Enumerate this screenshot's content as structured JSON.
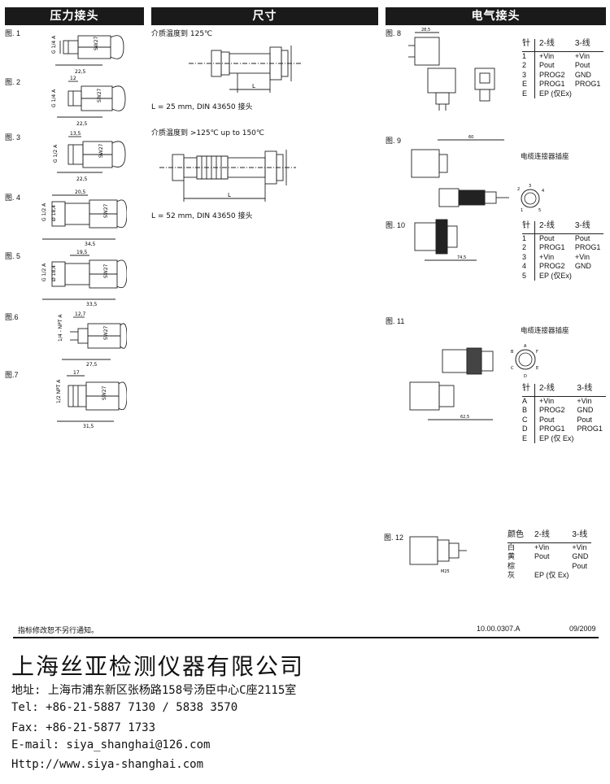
{
  "headers": {
    "pressure_connection": "压力接头",
    "dimensions": "尺寸",
    "electrical_connection": "电气接头"
  },
  "figures": {
    "fig1": "图. 1",
    "fig2": "图. 2",
    "fig3": "图. 3",
    "fig4": "图. 4",
    "fig5": "图. 5",
    "fig6": "图.6",
    "fig7": "图.7",
    "fig8": "图. 8",
    "fig9": "图. 9",
    "fig10": "图. 10",
    "fig11": "图. 11",
    "fig12": "图. 12"
  },
  "drawing_labels": {
    "fig1_thread": "G 1/4 A",
    "fig1_dim": "22,5",
    "fig2_thread": "G 1/4 A",
    "fig2_top": "12",
    "fig2_dim": "22,5",
    "fig3_thread": "G 1/2 A",
    "fig3_top": "13,5",
    "fig3_dim": "22,5",
    "fig4_thread": "G 1/2 A",
    "fig4_inner": "Ø 18,4",
    "fig4_top": "20,5",
    "fig4_dim": "34,5",
    "fig5_thread": "G 1/2 A",
    "fig5_inner": "Ø 18,4",
    "fig5_top": "19,5",
    "fig5_dim": "33,5",
    "fig6_thread": "1/4 - NPT A",
    "fig6_top": "12,7",
    "fig6_dim": "27,5",
    "fig7_thread": "1/2 NPT A",
    "fig7_top": "17",
    "fig7_dim": "31,5",
    "hex": "SW27",
    "fig8_dim": "28,5",
    "fig9_dim": "60",
    "fig10_dim": "74,5",
    "fig11_dim": "62,5",
    "fig12_dim": "M25",
    "L": "L"
  },
  "dimensions": {
    "note1": "介质温度到 125℃",
    "caption1": "L = 25 mm, DIN 43650 接头",
    "note2": "介质温度到 >125℃ up to 150℃",
    "caption2": "L = 52 mm, DIN 43650 接头"
  },
  "tables": {
    "t8": {
      "head": [
        "针",
        "2-线",
        "3-线"
      ],
      "rows": [
        [
          "1",
          "+Vin",
          "+Vin"
        ],
        [
          "2",
          "Pout",
          "Pout"
        ],
        [
          "3",
          "PROG2",
          "GND"
        ],
        [
          "E",
          "PROG1",
          "PROG1"
        ],
        [
          "E",
          "EP (仅Ex)",
          ""
        ]
      ]
    },
    "t10": {
      "title": "电缆连接器插座",
      "head": [
        "针",
        "2-线",
        "3-线"
      ],
      "rows": [
        [
          "1",
          "Pout",
          "Pout"
        ],
        [
          "2",
          "PROG1",
          "PROG1"
        ],
        [
          "3",
          "+Vin",
          "+Vin"
        ],
        [
          "4",
          "PROG2",
          "GND"
        ],
        [
          "5",
          "EP (仅Ex)",
          ""
        ]
      ]
    },
    "t11": {
      "title": "电缆连接器插座",
      "head": [
        "针",
        "2-线",
        "3-线"
      ],
      "rows": [
        [
          "A",
          "+Vin",
          "+Vin"
        ],
        [
          "B",
          "PROG2",
          "GND"
        ],
        [
          "C",
          "Pout",
          "Pout"
        ],
        [
          "D",
          "PROG1",
          "PROG1"
        ],
        [
          "E",
          "EP (仅 Ex)",
          ""
        ]
      ]
    },
    "t12": {
      "head": [
        "颜色",
        "2-线",
        "3-线"
      ],
      "rows": [
        [
          "白",
          "+Vin",
          "+Vin"
        ],
        [
          "黄",
          "Pout",
          "GND"
        ],
        [
          "棕",
          "",
          "Pout"
        ],
        [
          "灰",
          "EP (仅 Ex)",
          ""
        ]
      ]
    }
  },
  "connector_pins": {
    "round5": [
      "1",
      "2",
      "3",
      "4",
      "5"
    ],
    "round6": [
      "A",
      "B",
      "C",
      "D",
      "E",
      "F"
    ]
  },
  "footer": {
    "disclaimer": "指标修改恕不另行通知。",
    "doc_number": "10.00.0307.A",
    "date": "09/2009"
  },
  "company": {
    "name": "上海丝亚检测仪器有限公司",
    "address": "地址: 上海市浦东新区张杨路158号汤臣中心C座2115室",
    "tel": "Tel: +86-21-5887 7130 / 5838 3570",
    "fax": "Fax: +86-21-5877 1733",
    "email": "E-mail: siya_shanghai@126.com",
    "web": "Http://www.siya-shanghai.com"
  }
}
